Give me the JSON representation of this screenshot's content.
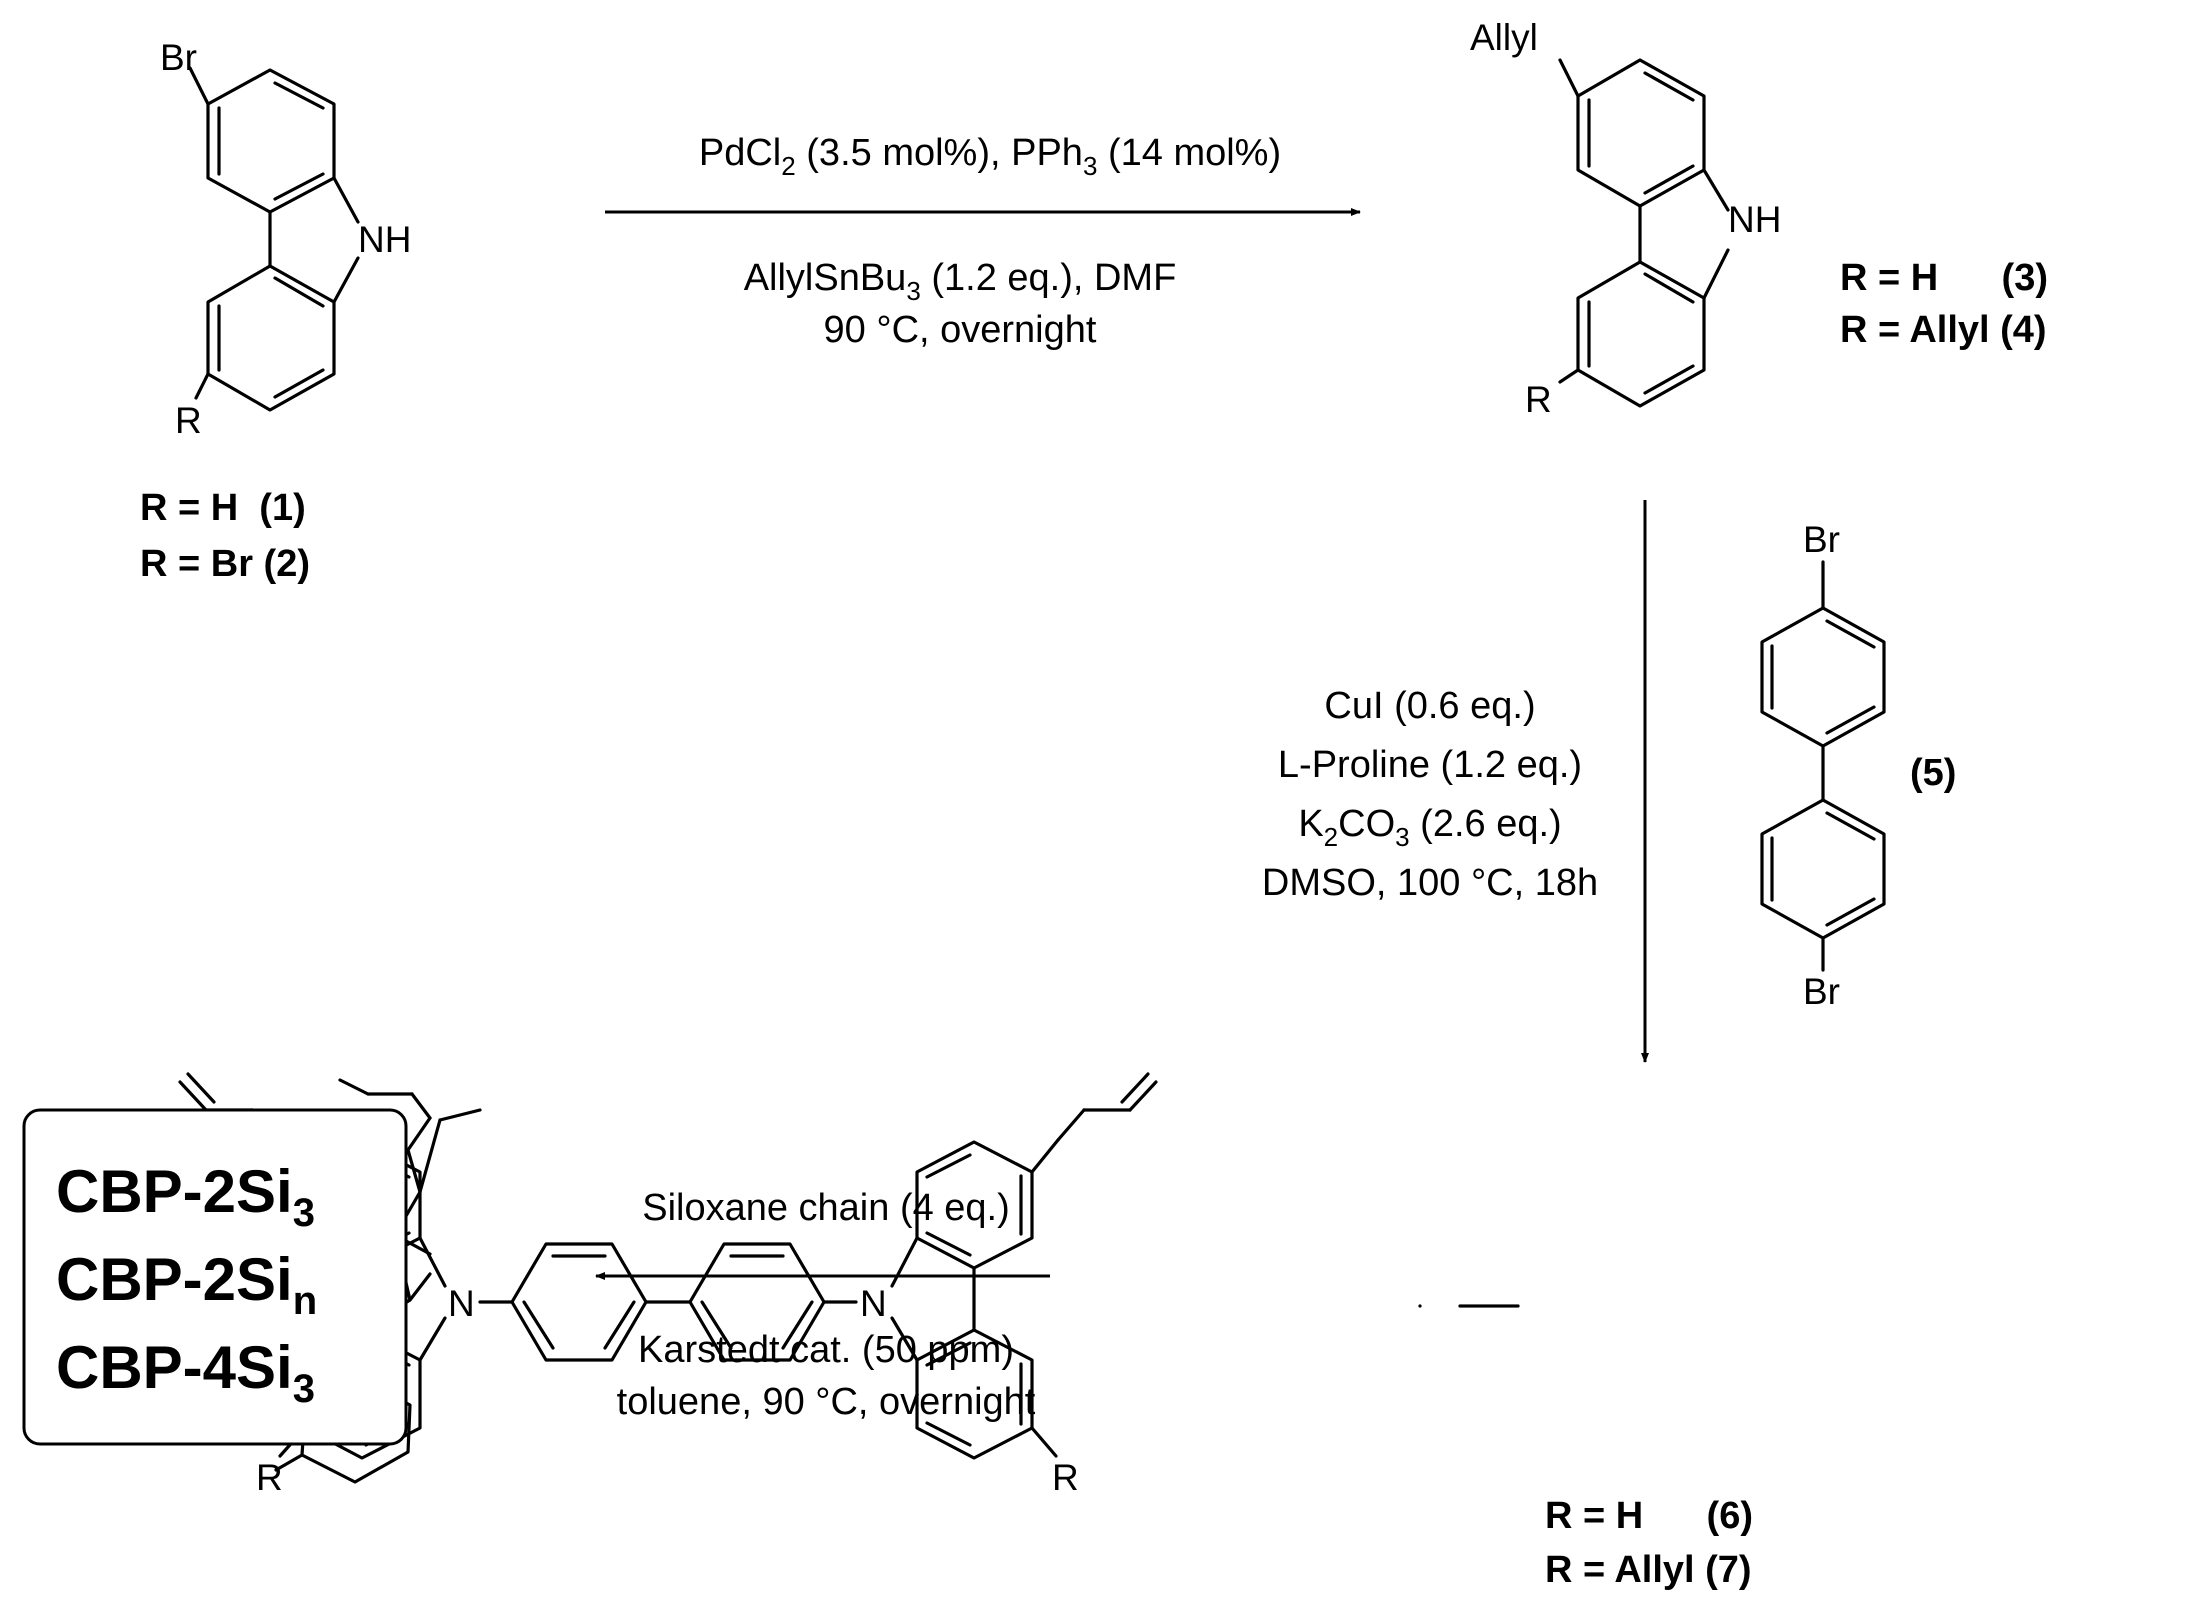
{
  "compounds": {
    "c1_2": {
      "atoms": {
        "br": "Br",
        "nh": "NH",
        "r": "R"
      },
      "label_line1": "R = H  (1)",
      "label_line2": "R = Br (2)"
    },
    "c3_4": {
      "atoms": {
        "allyl": "Allyl",
        "nh": "NH",
        "r": "R"
      },
      "label_line1": "R = H      (3)",
      "label_line2": "R = Allyl (4)"
    },
    "c5": {
      "atoms": {
        "br_top": "Br",
        "br_bottom": "Br"
      },
      "label": "(5)"
    },
    "c6_7": {
      "atoms": {
        "n_left": "N",
        "n_right": "N",
        "r_left": "R",
        "r_right": "R"
      },
      "label_line1": "R = H      (6)",
      "label_line2": "R = Allyl (7)"
    }
  },
  "step1": {
    "line1": {
      "a": "PdCl",
      "a_sub": "2",
      "b": " (3.5 mol%), PPh",
      "b_sub": "3",
      "c": " (14 mol%)"
    },
    "line2": {
      "a": "AllylSnBu",
      "a_sub": "3",
      "b": " (1.2 eq.), DMF"
    },
    "line3": "90 °C, overnight"
  },
  "step2": {
    "line1": "CuI (0.6 eq.)",
    "line2": "L-Proline (1.2 eq.)",
    "line3": {
      "a": "K",
      "a_sub": "2",
      "b": "CO",
      "b_sub": "3",
      "c": " (2.6 eq.)"
    },
    "line4": "DMSO, 100 °C, 18h"
  },
  "step3": {
    "line1": "Siloxane chain (4 eq.)",
    "line2": "Karstedt cat. (50 ppm)",
    "line3": "toluene, 90 °C, overnight"
  },
  "products": [
    {
      "base": "CBP-2Si",
      "sub": "3"
    },
    {
      "base": "CBP-2Si",
      "sub": "n"
    },
    {
      "base": "CBP-4Si",
      "sub": "3"
    }
  ]
}
